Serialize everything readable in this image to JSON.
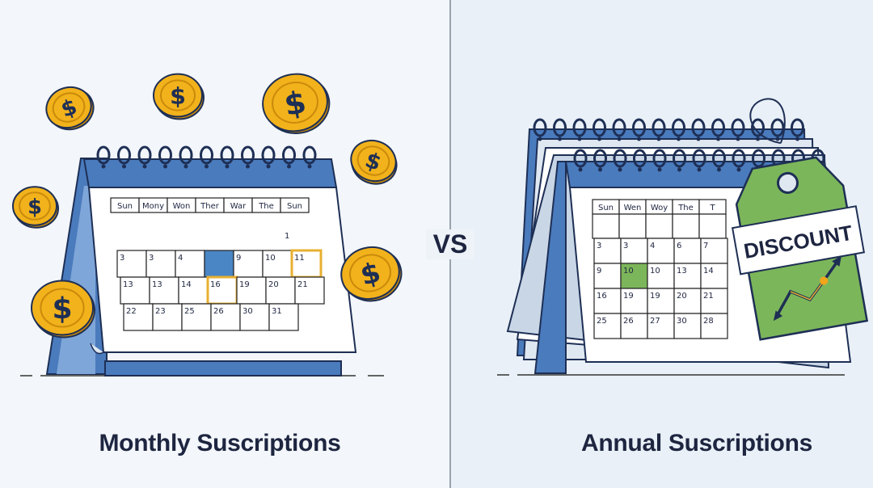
{
  "vs_label": "VS",
  "colors": {
    "calendar_blue": "#4a7bbd",
    "coin_gold": "#f2b21b",
    "highlight_blue": "#4a86c5",
    "highlight_gold": "#e8b030",
    "tag_green": "#7cb65a",
    "text_dark": "#1d2540"
  },
  "monthly": {
    "caption": "Monthly Suscriptions",
    "weekdays": [
      "Sun",
      "Mony",
      "Won",
      "Ther",
      "War",
      "The",
      "Sun"
    ],
    "first_day": "1",
    "weeks": [
      [
        "3",
        "3",
        "4",
        "",
        "9",
        "10",
        "11"
      ],
      [
        "13",
        "13",
        "14",
        "16",
        "19",
        "20",
        "21"
      ],
      [
        "22",
        "23",
        "25",
        "26",
        "30",
        "31"
      ]
    ],
    "highlight_blue": [
      [
        0,
        3
      ]
    ],
    "highlight_gold": [
      [
        0,
        6
      ],
      [
        1,
        3
      ]
    ],
    "coin_icon": "dollar-coin-icon"
  },
  "annual": {
    "caption": "Annual Suscriptions",
    "weekdays": [
      "Sun",
      "Wen",
      "Woy",
      "The",
      "T"
    ],
    "weeks": [
      [
        "3",
        "3",
        "4",
        "6",
        "7"
      ],
      [
        "9",
        "10",
        "10",
        "13",
        "14"
      ],
      [
        "16",
        "19",
        "19",
        "20",
        "21"
      ],
      [
        "25",
        "26",
        "27",
        "30",
        "28"
      ]
    ],
    "highlight_green": [
      [
        1,
        1
      ]
    ],
    "tag_label": "DISCOUNT",
    "tag_icon": "trend-up-chart-icon"
  }
}
